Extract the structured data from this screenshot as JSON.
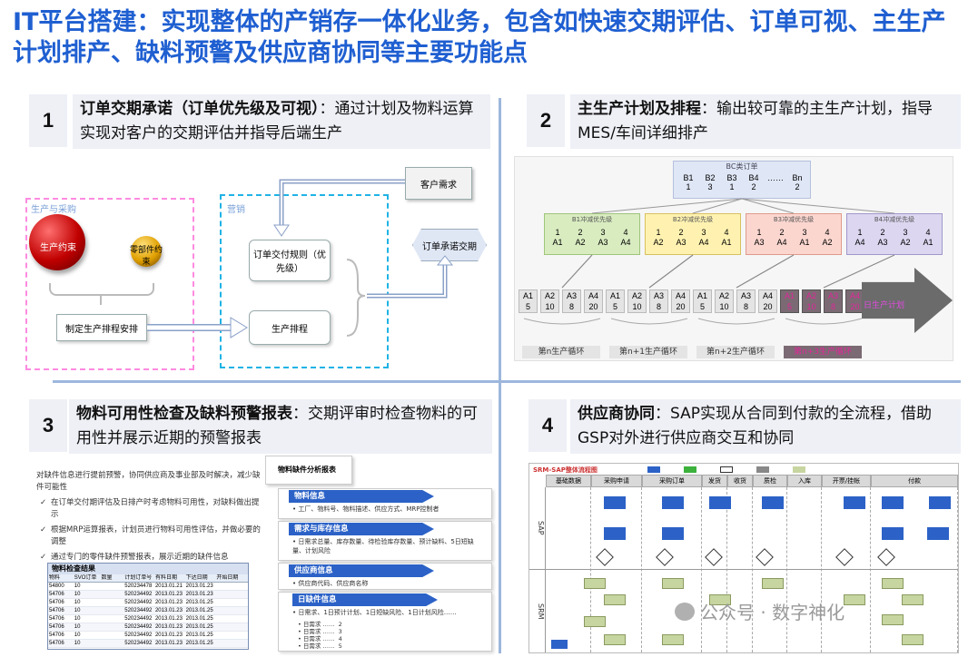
{
  "title": "IT平台搭建：实现整体的产销存一体化业务，包含如快速交期评估、订单可视、主生产计划排产、缺料预警及供应商协同等主要功能点",
  "q1": {
    "num": "1",
    "bold": "订单交期承诺（订单优先级及可视）",
    "text": "：通过计划及物料运算实现对客户的交期评估并指导后端生产",
    "diagram": {
      "left_label": "生产与采购",
      "right_label": "营销",
      "ball1": "生产约束",
      "ball2": "零部件约束",
      "box_plan": "制定生产排程安排",
      "box_rule": "订单交付规则（优先级）",
      "box_prod": "生产排程",
      "box_cust": "客户需求",
      "box_promise": "订单承诺交期"
    }
  },
  "q2": {
    "num": "2",
    "bold": "主生产计划及排程",
    "text": "：输出较可靠的主生产计划，指导MES/车间详细排产",
    "diagram": {
      "top_title": "BC类订单",
      "top_items": [
        "B1\n1",
        "B2\n3",
        "B3\n1",
        "B4\n2",
        "……",
        "Bn\n2"
      ],
      "groups": [
        {
          "title": "B1冲减优先级",
          "cells": [
            "1\nA1",
            "2\nA2",
            "3\nA3",
            "4\nA4"
          ]
        },
        {
          "title": "B2冲减优先级",
          "cells": [
            "1\nA2",
            "2\nA3",
            "3\nA4",
            "4\nA1"
          ]
        },
        {
          "title": "B3冲减优先级",
          "cells": [
            "1\nA3",
            "2\nA4",
            "3\nA1",
            "4\nA2"
          ]
        },
        {
          "title": "B4冲减优先级",
          "cells": [
            "1\nA4",
            "2\nA3",
            "3\nA2",
            "4\nA1"
          ]
        }
      ],
      "row": [
        "A1\n5",
        "A2\n10",
        "A3\n8",
        "A4\n20",
        "A1\n5",
        "A2\n10",
        "A3\n8",
        "A4\n20",
        "A1\n5",
        "A2\n10",
        "A3\n8",
        "A4\n20",
        "A1\n5",
        "A2\n10",
        "A3\n8",
        "A4\n20"
      ],
      "arrow_label": "日生产计划",
      "cycles": [
        "第n生产循环",
        "第n+1生产循环",
        "第n+2生产循环",
        "第n+3生产循环"
      ]
    }
  },
  "q3": {
    "num": "3",
    "bold": "物料可用性检查及缺料预警报表",
    "text": "：交期评审时检查物料的可用性并展示近期的预警报表",
    "notes": [
      "对缺件信息进行提前预警，协同供应商及事业部及时解决，减少缺件可能性",
      "在订单交付期评估及日排产时考虑物料可用性，对缺料做出提示",
      "根据MRP运算报表，计划员进行物料可用性评估，并做必要的调整",
      "通过专门的零件缺件预警报表，展示近期的缺件信息"
    ],
    "table_title": "物料检查结果",
    "table_headers": [
      "物料",
      "SVO订单",
      "数量",
      "计划订单号",
      "有料日期",
      "下达日期",
      "开始日期"
    ],
    "table_rows": [
      [
        "54800",
        "10",
        "520234478",
        "2013.01.21",
        "2013.01.23"
      ],
      [
        "54706",
        "10",
        "520234492",
        "2013.01.23",
        "2013.01.23"
      ],
      [
        "54706",
        "10",
        "520234492",
        "2013.01.23",
        "2013.01.25"
      ],
      [
        "54706",
        "10",
        "520234492",
        "2013.01.23",
        "2013.01.25"
      ],
      [
        "54706",
        "10",
        "520234492",
        "2013.01.23",
        "2013.01.25"
      ],
      [
        "54706",
        "10",
        "520234492",
        "2013.01.23",
        "2013.01.25"
      ],
      [
        "54706",
        "10",
        "520234492",
        "2013.01.23",
        "2013.01.25"
      ],
      [
        "54706",
        "10",
        "520234492",
        "2013.01.23",
        "2013.01.25"
      ]
    ],
    "report_title": "物料缺件分析报表",
    "sections": [
      {
        "head": "物料信息",
        "body": "工厂、物料号、物料描述、供应方式、MRP控制者"
      },
      {
        "head": "需求与库存信息",
        "body": "日需求总量、库存数量、待检验库存数量、预计缺料、5日短缺量、计划风险"
      },
      {
        "head": "供应商信息",
        "body": "供应商代码、供应商名称"
      },
      {
        "head": "日缺件信息",
        "body": "日需求、1日预计计划、1日短缺风险、1日计划风险……"
      }
    ],
    "daily": [
      "日需求 ……  2",
      "日需求 ……  3",
      "日需求 ……  4",
      "日需求 ……  5"
    ]
  },
  "q4": {
    "num": "4",
    "bold": "供应商协同",
    "text": "：SAP实现从合同到付款的全流程，借助GSP对外进行供应商交互和协同",
    "flow_title": "SRM-SAP整体流程图",
    "columns": [
      "基础数据",
      "采购申请",
      "采购订单",
      "发货",
      "收货",
      "质检",
      "入库",
      "开票/挂帐",
      "付款"
    ],
    "lanes": [
      "SAP",
      "SRM"
    ]
  },
  "watermark": "公众号 · 数字神化",
  "colors": {
    "title": "#1f5fd1",
    "box": "#eef0f6",
    "divider": "#9db7dc",
    "pink": "#ff8be0",
    "cyan": "#1fb3e5",
    "blue": "#2c62c7"
  }
}
